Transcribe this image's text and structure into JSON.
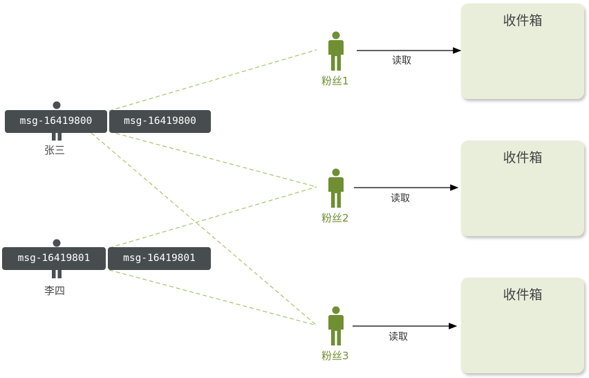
{
  "senders": [
    {
      "name": "张三",
      "msg_left": "msg-16419800",
      "msg_right": "msg-16419800"
    },
    {
      "name": "李四",
      "msg_left": "msg-16419801",
      "msg_right": "msg-16419801"
    }
  ],
  "fans": [
    {
      "name": "粉丝1",
      "read_label": "读取",
      "inbox_title": "收件箱"
    },
    {
      "name": "粉丝2",
      "read_label": "读取",
      "inbox_title": "收件箱"
    },
    {
      "name": "粉丝3",
      "read_label": "读取",
      "inbox_title": "收件箱"
    }
  ],
  "colors": {
    "sender_icon": "#4a4f52",
    "fan_icon": "#6f8f32",
    "message_bg": "#474d4f",
    "inbox_bg": "#e9eedb",
    "dashed_line": "#a9c16e"
  }
}
